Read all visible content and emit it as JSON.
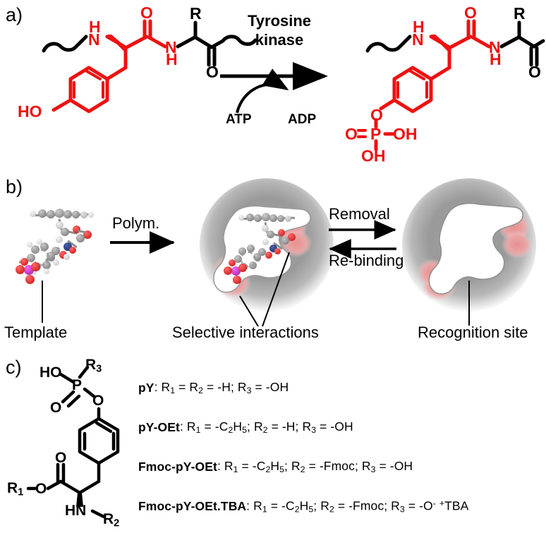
{
  "figure": {
    "panels": [
      {
        "id": "a",
        "label": "a)"
      },
      {
        "id": "b",
        "label": "b)"
      },
      {
        "id": "c",
        "label": "c)"
      }
    ]
  },
  "panel_a": {
    "letter": "a)",
    "enzyme_line1": "Tyrosine",
    "enzyme_line2": "kinase",
    "substrate_in": "ATP",
    "product_out": "ADP",
    "left_structure": {
      "name": "tyrosine-residue-in-peptide",
      "atom_labels": [
        "H",
        "N",
        "O",
        "N",
        "H",
        "R",
        "O",
        "HO"
      ],
      "hydroxyl": "HO",
      "amide_nh_top": "H",
      "amide_n_top": "N",
      "carbonyl_o": "O",
      "amide_n_right": "N",
      "amide_h_right": "H",
      "side_chain_r": "R",
      "ketone_o": "O"
    },
    "right_structure": {
      "name": "phosphotyrosine-residue-in-peptide",
      "amide_nh_top": "H",
      "amide_n_top": "N",
      "carbonyl_o": "O",
      "amide_n_right": "N",
      "amide_h_right": "H",
      "side_chain_r": "R",
      "ketone_o": "O",
      "phenol_o": "O",
      "phosphate_o_double": "O",
      "phosphate_p": "P",
      "phosphate_oh_right": "OH",
      "phosphate_oh_bottom": "OH"
    }
  },
  "panel_b": {
    "letter": "b)",
    "step_polym": "Polym.",
    "step_removal": "Removal",
    "step_rebinding": "Re-binding",
    "label_template": "Template",
    "label_interactions": "Selective interactions",
    "label_recognition": "Recognition site"
  },
  "panel_c": {
    "letter": "c)",
    "structure": {
      "name": "generic-phosphotyrosine-scaffold",
      "ho_label": "HO",
      "r3_label": "R",
      "r3_sub": "3",
      "p_label": "P",
      "p_double_o": "O",
      "ester_o": "O",
      "carbonyl_o": "O",
      "r1_label": "R",
      "r1_sub": "1",
      "r1_o": "O",
      "hn_label": "HN",
      "r2_label": "R",
      "r2_sub": "2"
    },
    "legend_rows": [
      {
        "name": "pY",
        "definition": " : R1 = R2 = -H;  R3 = -OH",
        "parts": [
          {
            "t": "text",
            "v": " : R"
          },
          {
            "t": "sub",
            "v": "1"
          },
          {
            "t": "text",
            "v": " = R"
          },
          {
            "t": "sub",
            "v": "2"
          },
          {
            "t": "text",
            "v": " = -H;  R"
          },
          {
            "t": "sub",
            "v": "3"
          },
          {
            "t": "text",
            "v": " = -OH"
          }
        ]
      },
      {
        "name": "pY-OEt",
        "definition": " : R1 = -C2H5; R2 = -H; R3 = -OH",
        "parts": [
          {
            "t": "text",
            "v": " : R"
          },
          {
            "t": "sub",
            "v": "1"
          },
          {
            "t": "text",
            "v": " = -C"
          },
          {
            "t": "sub",
            "v": "2"
          },
          {
            "t": "text",
            "v": "H"
          },
          {
            "t": "sub",
            "v": "5"
          },
          {
            "t": "text",
            "v": "; R"
          },
          {
            "t": "sub",
            "v": "2"
          },
          {
            "t": "text",
            "v": " = -H; R"
          },
          {
            "t": "sub",
            "v": "3"
          },
          {
            "t": "text",
            "v": " = -OH"
          }
        ]
      },
      {
        "name": "Fmoc-pY-OEt",
        "definition": " : R1 = -C2H5; R2 = -Fmoc; R3 = -OH",
        "parts": [
          {
            "t": "text",
            "v": " : R"
          },
          {
            "t": "sub",
            "v": "1"
          },
          {
            "t": "text",
            "v": " = -C"
          },
          {
            "t": "sub",
            "v": "2"
          },
          {
            "t": "text",
            "v": "H"
          },
          {
            "t": "sub",
            "v": "5"
          },
          {
            "t": "text",
            "v": "; R"
          },
          {
            "t": "sub",
            "v": "2"
          },
          {
            "t": "text",
            "v": " = -Fmoc; R"
          },
          {
            "t": "sub",
            "v": "3"
          },
          {
            "t": "text",
            "v": " = -OH"
          }
        ]
      },
      {
        "name": "Fmoc-pY-OEt.TBA",
        "definition": " : R1 = -C2H5; R2 = -Fmoc; R3 = -O- +TBA",
        "parts": [
          {
            "t": "text",
            "v": " : R"
          },
          {
            "t": "sub",
            "v": "1"
          },
          {
            "t": "text",
            "v": " = -C"
          },
          {
            "t": "sub",
            "v": "2"
          },
          {
            "t": "text",
            "v": "H"
          },
          {
            "t": "sub",
            "v": "5"
          },
          {
            "t": "text",
            "v": "; R"
          },
          {
            "t": "sub",
            "v": "2"
          },
          {
            "t": "text",
            "v": " = -Fmoc; R"
          },
          {
            "t": "sub",
            "v": "3"
          },
          {
            "t": "text",
            "v": " = -O"
          },
          {
            "t": "sup",
            "v": "-"
          },
          {
            "t": "text",
            "v": "  "
          },
          {
            "t": "sup",
            "v": "+"
          },
          {
            "t": "text",
            "v": "TBA"
          }
        ]
      }
    ]
  },
  "colors": {
    "highlight_red": "#ee1111",
    "black": "#000000",
    "white": "#ffffff",
    "polymer_grey": "#8a8a8a",
    "interaction_pink": "#e79a9a",
    "oxygen_red": "#e02020",
    "carbon_grey": "#808080",
    "hydrogen_white": "#e8e8e8",
    "nitrogen_blue": "#253a80",
    "phosphorus_magenta": "#cc33cc"
  }
}
